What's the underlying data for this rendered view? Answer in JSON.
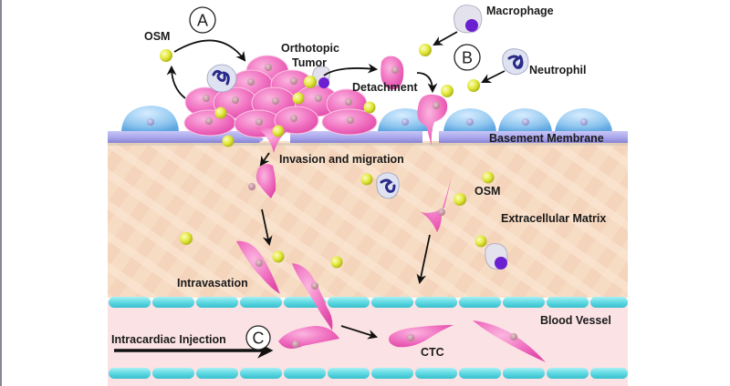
{
  "figure": {
    "description": "Schematic of OSM-driven tumor metastasis: orthotopic tumor, invasion, intravasation, circulating tumor cells",
    "panel_markers": [
      "A",
      "B",
      "C"
    ],
    "labels": {
      "osm_top": "OSM",
      "orthotopic_tumor_line1": "Orthotopic",
      "orthotopic_tumor_line2": "Tumor",
      "macrophage": "Macrophage",
      "neutrophil": "Neutrophil",
      "detachment": "Detachment",
      "basement_membrane": "Basement Membrane",
      "invasion_migration": "Invasion and migration",
      "osm_matrix": "OSM",
      "extracellular_matrix": "Extracellular Matrix",
      "intravasation": "Intravasation",
      "blood_vessel": "Blood Vessel",
      "intracardiac_injection": "Intracardiac Injection",
      "ctc": "CTC"
    },
    "colors": {
      "tumor_cell": "#f06fc0",
      "tumor_nucleus": "#c98a9a",
      "epithelial_cell": "#8cc4ee",
      "osm_particle": "#e2e83a",
      "basement_membrane": "#a9a6ec",
      "matrix": "#f7dcc4",
      "vessel_wall": "#5fd9e2",
      "vessel_lumen": "#fbe2e4",
      "macrophage_nucleus": "#6a1fd0",
      "neutrophil_nucleus": "#2a2a8a"
    }
  }
}
